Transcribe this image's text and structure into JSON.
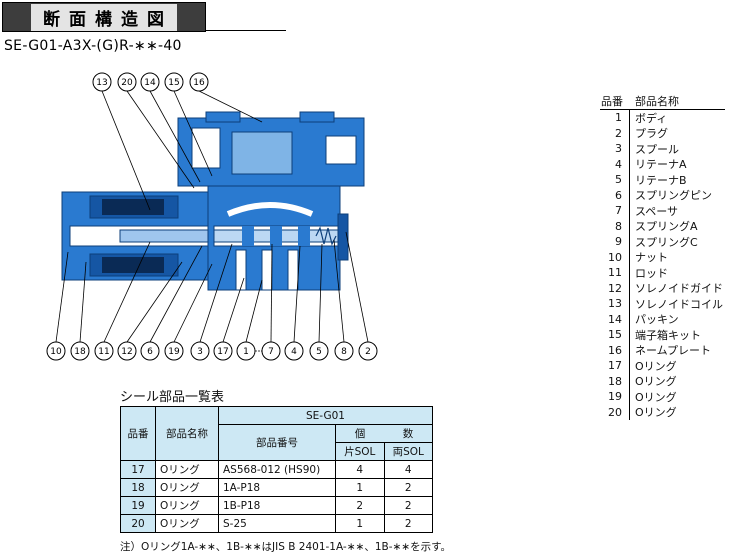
{
  "title": "断面構造図",
  "model": "SE-G01-A3X-(G)R-∗∗-40",
  "callouts": {
    "top": [
      "13",
      "20",
      "14",
      "15",
      "16"
    ],
    "bottom": [
      "10",
      "18",
      "11",
      "12",
      "6",
      "19",
      "3",
      "17",
      "1",
      "7",
      "4",
      "5",
      "8",
      "2"
    ]
  },
  "parts_list": {
    "header_no": "品番",
    "header_name": "部品名称",
    "items": [
      {
        "no": "1",
        "name": "ボディ"
      },
      {
        "no": "2",
        "name": "プラグ"
      },
      {
        "no": "3",
        "name": "スプール"
      },
      {
        "no": "4",
        "name": "リテーナA"
      },
      {
        "no": "5",
        "name": "リテーナB"
      },
      {
        "no": "6",
        "name": "スプリングピン"
      },
      {
        "no": "7",
        "name": "スペーサ"
      },
      {
        "no": "8",
        "name": "スプリングA"
      },
      {
        "no": "9",
        "name": "スプリングC"
      },
      {
        "no": "10",
        "name": "ナット"
      },
      {
        "no": "11",
        "name": "ロッド"
      },
      {
        "no": "12",
        "name": "ソレノイドガイド"
      },
      {
        "no": "13",
        "name": "ソレノイドコイル"
      },
      {
        "no": "14",
        "name": "パッキン"
      },
      {
        "no": "15",
        "name": "端子箱キット"
      },
      {
        "no": "16",
        "name": "ネームプレート"
      },
      {
        "no": "17",
        "name": "Oリング"
      },
      {
        "no": "18",
        "name": "Oリング"
      },
      {
        "no": "19",
        "name": "Oリング"
      },
      {
        "no": "20",
        "name": "Oリング"
      }
    ]
  },
  "seal_table": {
    "title": "シール部品一覧表",
    "col_no": "品番",
    "col_name": "部品名称",
    "group": "SE-G01",
    "col_partno": "部品番号",
    "col_qty_a": "個",
    "col_qty_b": "数",
    "col_single": "片SOL",
    "col_double": "両SOL",
    "rows": [
      {
        "no": "17",
        "name": "Oリング",
        "part": "AS568-012 (HS90)",
        "single": "4",
        "double": "4"
      },
      {
        "no": "18",
        "name": "Oリング",
        "part": "1A-P18",
        "single": "1",
        "double": "2"
      },
      {
        "no": "19",
        "name": "Oリング",
        "part": "1B-P18",
        "single": "2",
        "double": "2"
      },
      {
        "no": "20",
        "name": "Oリング",
        "part": "S-25",
        "single": "1",
        "double": "2"
      }
    ]
  },
  "note": "注）Oリング1A-∗∗、1B-∗∗はJIS B 2401-1A-∗∗、1B-∗∗を示す。",
  "colors": {
    "body": "#2a7ad0",
    "body_dark": "#1556a4",
    "header_bg": "#3d3d3d",
    "table_header": "#cde8f4"
  }
}
